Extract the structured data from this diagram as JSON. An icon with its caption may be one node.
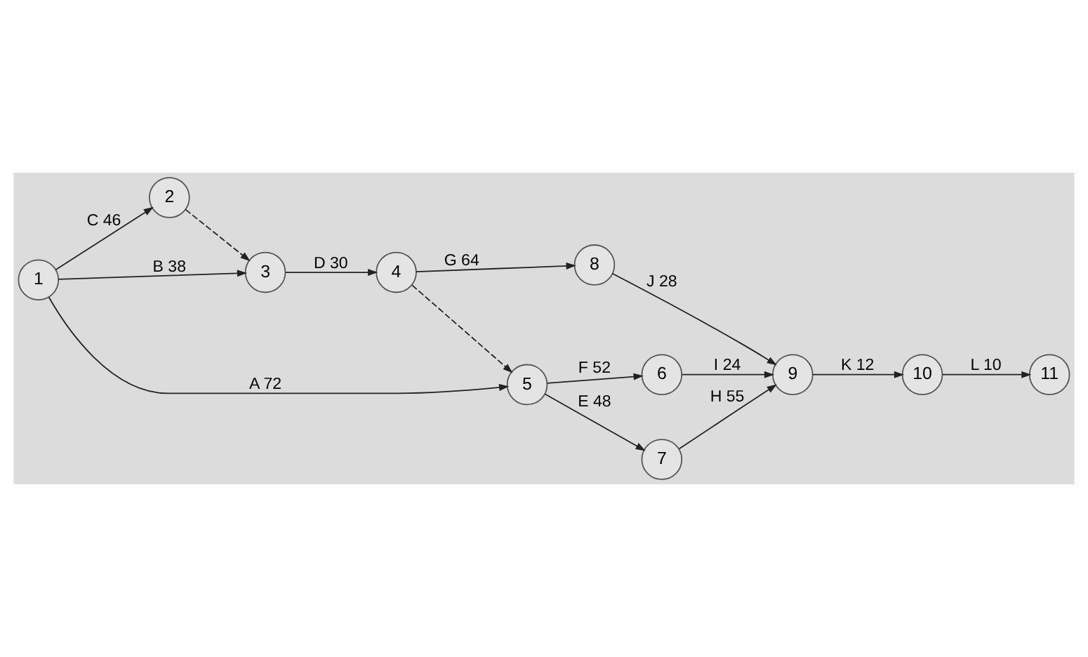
{
  "diagram": {
    "nodes": [
      {
        "text": [
          "1"
        ]
      },
      {
        "text": [
          "2"
        ]
      },
      {
        "text": [
          "3"
        ]
      },
      {
        "text": [
          "4"
        ]
      },
      {
        "text": [
          "5"
        ]
      },
      {
        "text": [
          "6"
        ]
      },
      {
        "text": [
          "7"
        ]
      },
      {
        "text": [
          "8"
        ]
      },
      {
        "text": [
          "9"
        ]
      },
      {
        "text": [
          "10"
        ]
      },
      {
        "text": [
          "11"
        ]
      }
    ],
    "edges": [
      {
        "from": 0,
        "to": 4,
        "arrow": "to",
        "label": "A 72"
      },
      {
        "from": 0,
        "to": 2,
        "arrow": "to",
        "label": "B 38"
      },
      {
        "from": 0,
        "to": 1,
        "arrow": "to",
        "label": "C 46"
      },
      {
        "from": 1,
        "to": 2,
        "arrow": "to",
        "style": "dashed"
      },
      {
        "from": 2,
        "to": 3,
        "arrow": "to",
        "label": "D 30"
      },
      {
        "from": 3,
        "to": 4,
        "arrow": "to",
        "style": "dashed"
      },
      {
        "from": 4,
        "to": 5,
        "arrow": "to",
        "label": "F 52"
      },
      {
        "from": 4,
        "to": 6,
        "arrow": "to",
        "label": "E 48"
      },
      {
        "from": 3,
        "to": 7,
        "arrow": "to",
        "label": "G 64"
      },
      {
        "from": 5,
        "to": 8,
        "arrow": "to",
        "label": "I 24"
      },
      {
        "from": 6,
        "to": 8,
        "arrow": "to",
        "label": "H 55"
      },
      {
        "from": 7,
        "to": 8,
        "arrow": "to",
        "label": "J 28"
      },
      {
        "from": 8,
        "to": 9,
        "arrow": "to",
        "label": "K 12"
      },
      {
        "from": 9,
        "to": 10,
        "arrow": "to",
        "label": "L 10"
      }
    ]
  }
}
